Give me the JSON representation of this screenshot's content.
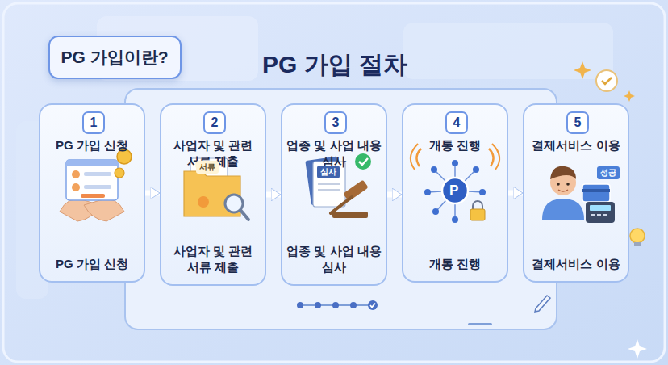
{
  "diagram": {
    "title": "PG 가입 절차",
    "nodes": [
      {
        "text": [
          "PG 가입이란?"
        ]
      },
      {
        "text": [
          "PG 가입 신청",
          "PG 가입 신청"
        ]
      },
      {
        "text": [
          "1"
        ],
        "in": 1
      },
      {
        "text": [
          "사업자 및 관련 서류 제출",
          "사업자 및 관련 서류 제출"
        ]
      },
      {
        "text": [
          "2"
        ],
        "in": 3
      },
      {
        "text": [
          "업종 및 사업 내용 심사",
          "업종 및 사업 내용 심사"
        ]
      },
      {
        "text": [
          "3"
        ],
        "in": 5
      },
      {
        "text": [
          "개통 진행",
          "개통 진행"
        ]
      },
      {
        "text": [
          "4"
        ],
        "in": 7
      },
      {
        "text": [
          "결제서비스 이용",
          "결제서비스 이용"
        ]
      },
      {
        "text": [
          "5"
        ],
        "in": 9
      }
    ],
    "edges": [
      {
        "from": 1,
        "to": 3,
        "arrow": "to"
      },
      {
        "from": 3,
        "to": 5,
        "arrow": "to"
      },
      {
        "from": 5,
        "to": 7,
        "arrow": "to"
      },
      {
        "from": 7,
        "to": 9,
        "arrow": "to"
      }
    ],
    "labels": [
      "서류",
      "심사",
      "P",
      "성공"
    ]
  }
}
